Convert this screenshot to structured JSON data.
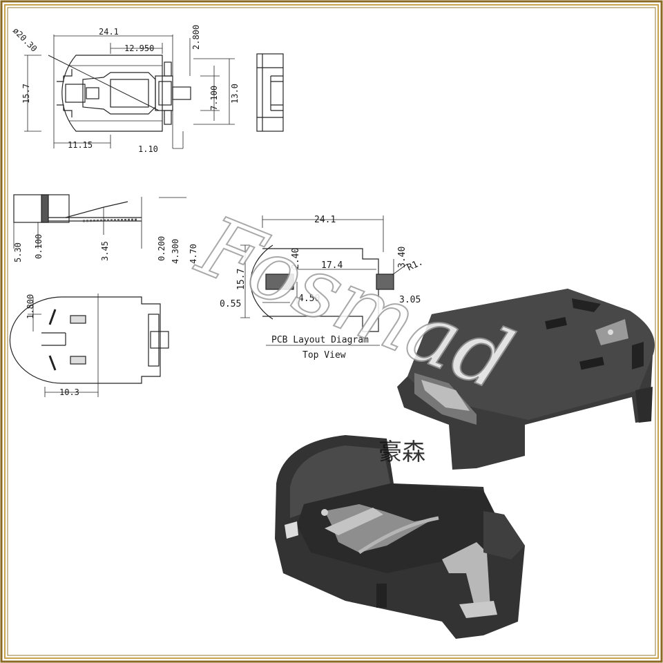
{
  "watermark": {
    "text": "Fosmad",
    "chinese_text": "豪森"
  },
  "top_view": {
    "dims": {
      "diameter": "ø20.30",
      "width_total": "24.1",
      "width_inner": "12.950",
      "height_total": "15.7",
      "height_pin": "13.0",
      "height_pin_inner": "7.100",
      "top_offset": "2.800",
      "left_width": "11.15",
      "pin_width": "1.10"
    }
  },
  "side_view": {
    "dims": {
      "h1": "5.30",
      "h2": "0.100",
      "h3": "3.45",
      "h4": "0.200",
      "h5": "4.300",
      "h6": "4.70"
    }
  },
  "bottom_view": {
    "dims": {
      "top": "1.800",
      "width": "10.3"
    }
  },
  "pcb_layout": {
    "title": "PCB Layout Diagram",
    "subtitle": "Top View",
    "dims": {
      "width": "24.1",
      "height": "15.7",
      "top_gap": "2.40",
      "pad_spacing": "17.4",
      "pad_height": "3.40",
      "radius": "R1.",
      "pad_width": "4.50",
      "edge": "0.55",
      "pad_depth": "3.05"
    }
  },
  "colors": {
    "frame_gold": "#a8863a",
    "line": "#222222",
    "plastic": "#3a3a3a",
    "metal": "#b8b8b8"
  }
}
